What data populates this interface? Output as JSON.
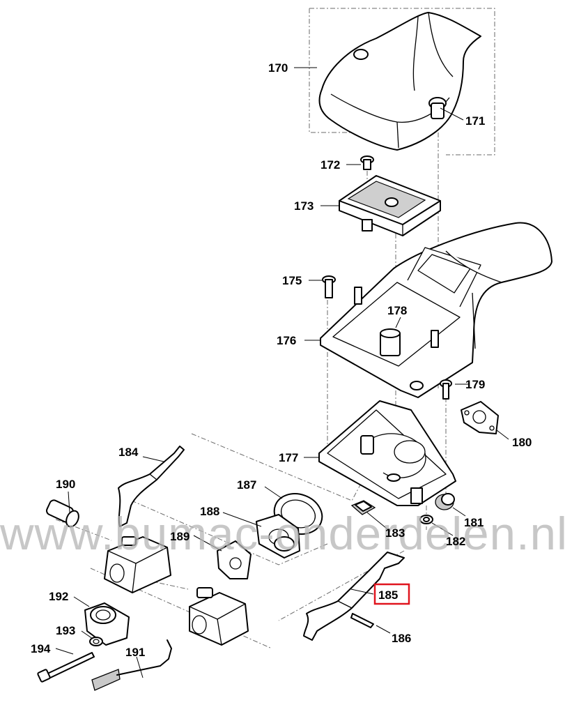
{
  "diagram": {
    "labels": {
      "l170": "170",
      "l171": "171",
      "l172": "172",
      "l173": "173",
      "l175": "175",
      "l176": "176",
      "l177": "177",
      "l178": "178",
      "l179": "179",
      "l180": "180",
      "l181": "181",
      "l182": "182",
      "l183": "183",
      "l184": "184",
      "l185": "185",
      "l186": "186",
      "l187": "187",
      "l188": "188",
      "l189": "189",
      "l190": "190",
      "l191": "191",
      "l192": "192",
      "l193": "193",
      "l194": "194"
    },
    "highlighted_label": "185",
    "highlight_color": "#e0141e"
  },
  "watermark": {
    "text": "www.bumac-onderdelen.nl"
  }
}
